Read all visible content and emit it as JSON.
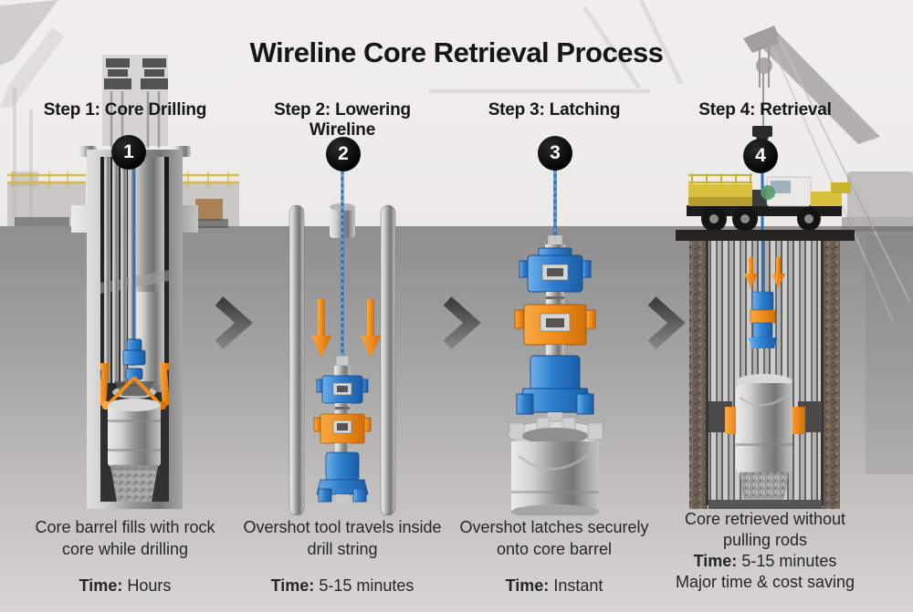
{
  "title": "Wireline Core Retrieval Process",
  "steps": [
    {
      "number": "1",
      "label": "Step 1: Core Drilling",
      "caption": "Core barrel fills with rock core while drilling",
      "time_label": "Time:",
      "time_value": "Hours"
    },
    {
      "number": "2",
      "label": "Step 2: Lowering Wireline",
      "caption": "Overshot tool travels inside drill string",
      "time_label": "Time:",
      "time_value": "5-15 minutes"
    },
    {
      "number": "3",
      "label": "Step 3: Latching",
      "caption": "Overshot latches securely onto core barrel",
      "time_label": "Time:",
      "time_value": "Instant"
    },
    {
      "number": "4",
      "label": "Step 4: Retrieval",
      "caption": "Core retrieved without pulling rods",
      "time_label": "Time:",
      "time_value": "5-15 minutes",
      "extra_note": "Major time & cost saving"
    }
  ],
  "colors": {
    "tool_blue": "#2b7ac9",
    "tool_orange": "#ef8c1c",
    "badge_bg": "#0b0b0b",
    "badge_text": "#ffffff",
    "ground_gray": "#9a9a9a",
    "title_text": "#161616"
  }
}
